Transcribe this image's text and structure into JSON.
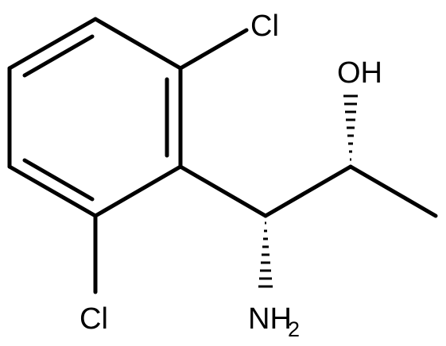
{
  "molecule": {
    "labels": {
      "cl_top": "Cl",
      "cl_bottom": "Cl",
      "hydroxyl": "OH",
      "amine_main": "NH",
      "amine_subscript": "2"
    },
    "stereo": {
      "c1_to_nitrogen": "hashed-wedge",
      "c2_to_oxygen": "hashed-wedge"
    },
    "colors": {
      "bond": "#000000",
      "text": "#000000",
      "background": "#ffffff"
    }
  }
}
